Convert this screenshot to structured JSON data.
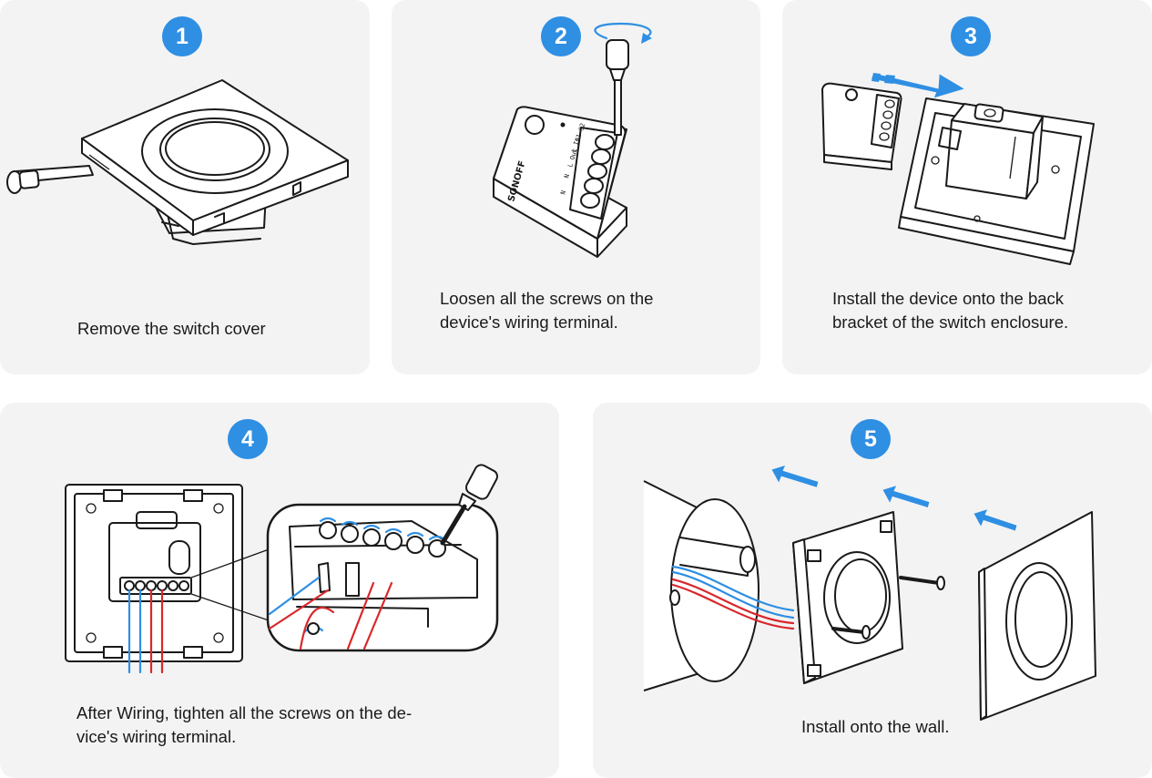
{
  "steps": [
    {
      "number": "1",
      "caption": "Remove the switch cover"
    },
    {
      "number": "2",
      "caption": "Loosen all the screws on the\ndevice's wiring terminal."
    },
    {
      "number": "3",
      "caption": "Install the device onto the back\nbracket of the switch enclosure."
    },
    {
      "number": "4",
      "caption": "After Wiring, tighten all the screws on the de-\nvice's wiring terminal."
    },
    {
      "number": "5",
      "caption": "Install onto the wall."
    }
  ],
  "device": {
    "brand": "SONOFF",
    "terminal_labels": [
      "N",
      "N",
      "L Out",
      "L In",
      "S1",
      "S2"
    ]
  },
  "colors": {
    "accent": "#2e8fe3",
    "card_bg": "#f3f3f3",
    "wire_live": "#d8282b",
    "wire_neutral": "#2e8fe3"
  },
  "icons": [
    "screwdriver-icon",
    "rotate-arrow-icon",
    "push-arrow-icon",
    "tighten-arrow-icon"
  ]
}
